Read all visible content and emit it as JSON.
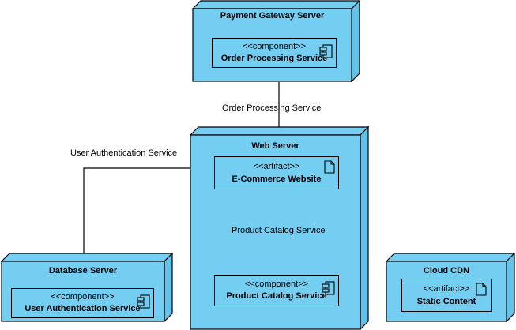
{
  "diagram": {
    "type": "uml-deployment-diagram",
    "background_color": "#FFFFFF",
    "node_fill_color": "#74CEF2",
    "node_side_color": "#62C2EA",
    "stroke_color": "#000000"
  },
  "nodes": [
    {
      "id": "payment-gateway-server",
      "label": "Payment Gateway Server",
      "element": {
        "stereotype": "<<component>>",
        "name": "Order Processing Service",
        "icon": "component-icon"
      }
    },
    {
      "id": "web-server",
      "label": "Web Server",
      "elements": [
        {
          "stereotype": "<<artifact>>",
          "name": "E-Commerce Website",
          "icon": "artifact-icon"
        },
        {
          "stereotype": "<<component>>",
          "name": "Product Catalog Service",
          "icon": "component-icon"
        }
      ]
    },
    {
      "id": "database-server",
      "label": "Database Server",
      "element": {
        "stereotype": "<<component>>",
        "name": "User Authentication Service",
        "icon": "component-icon"
      }
    },
    {
      "id": "cloud-cdn",
      "label": "Cloud CDN",
      "element": {
        "stereotype": "<<artifact>>",
        "name": "Static Content",
        "icon": "artifact-icon"
      }
    }
  ],
  "connections": [
    {
      "id": "order-processing-connection",
      "label": "Order Processing Service",
      "from": "payment-gateway-server",
      "to": "web-server"
    },
    {
      "id": "user-auth-connection",
      "label": "User Authentication Service",
      "from": "e-commerce-website",
      "to": "user-authentication-service"
    },
    {
      "id": "product-catalog-connection",
      "label": "Product Catalog Service",
      "from": "e-commerce-website",
      "to": "product-catalog-service"
    }
  ]
}
